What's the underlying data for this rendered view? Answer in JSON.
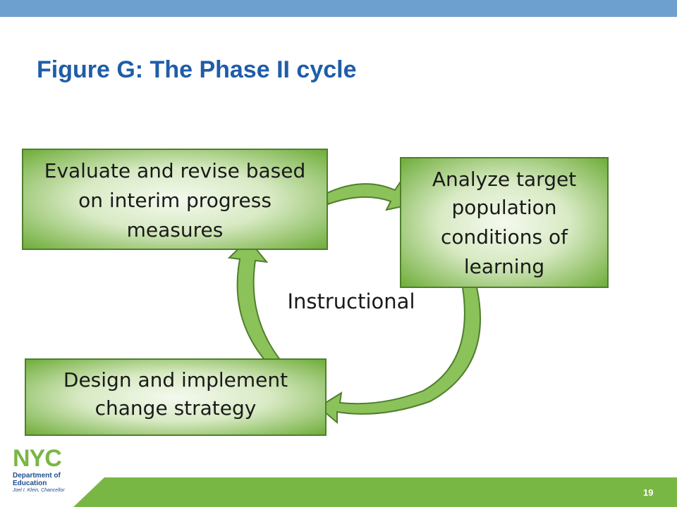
{
  "slide": {
    "title": "Figure G: The Phase II cycle",
    "page_number": "19",
    "accent_blue": "#6ea0cf",
    "accent_green": "#79b744"
  },
  "diagram": {
    "center_label": "Instructional",
    "boxes": {
      "evaluate": [
        "Evaluate and revise based",
        "on interim progress",
        "measures"
      ],
      "analyze": [
        "Analyze target",
        "population",
        "conditions of",
        "learning"
      ],
      "design": [
        "Design and implement",
        "change strategy"
      ]
    },
    "fill_light": "#eef6e4",
    "fill_dark": "#6fad3a",
    "border": "#4f7f2c"
  },
  "logo": {
    "nyc": "NYC",
    "department": "Department of Education",
    "chancellor": "Joel I. Klein, Chancellor"
  }
}
